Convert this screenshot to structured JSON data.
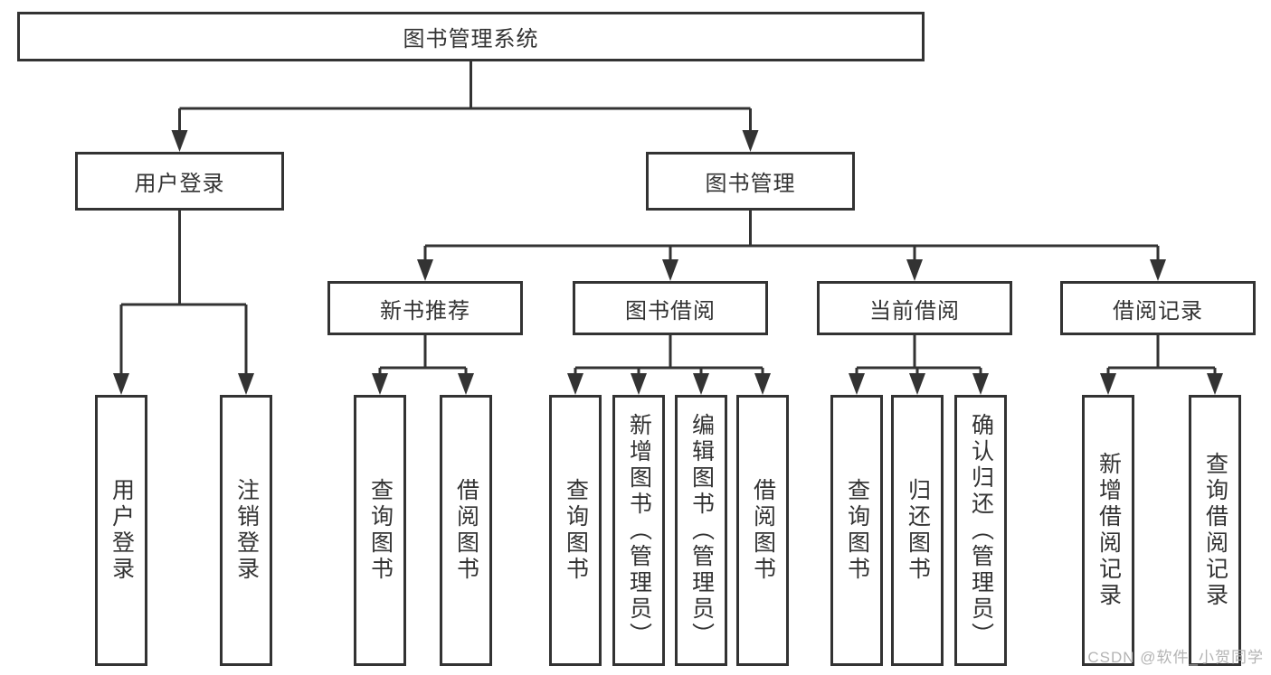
{
  "diagram": {
    "colors": {
      "line": "#333333",
      "box_border": "#333333",
      "text": "#333333",
      "background": "#ffffff",
      "watermark": "#b4b4b4"
    },
    "nodes": {
      "root": "图书管理系统",
      "user_login": "用户登录",
      "book_mgmt": "图书管理",
      "new_books": "新书推荐",
      "book_borrow": "图书借阅",
      "current_borrow": "当前借阅",
      "borrow_records": "借阅记录"
    },
    "leaves": {
      "user_login_1": "用户登录",
      "user_login_2": "注销登录",
      "new_books_1": "查询图书",
      "new_books_2": "借阅图书",
      "book_borrow_1": "查询图书",
      "book_borrow_2": "新增图书（管理员）",
      "book_borrow_3": "编辑图书（管理员）",
      "book_borrow_4": "借阅图书",
      "current_borrow_1": "查询图书",
      "current_borrow_2": "归还图书",
      "current_borrow_3": "确认归还（管理员）",
      "borrow_records_1": "新增借阅记录",
      "borrow_records_2": "查询借阅记录"
    },
    "watermark": "CSDN @软件_小贺同学"
  }
}
